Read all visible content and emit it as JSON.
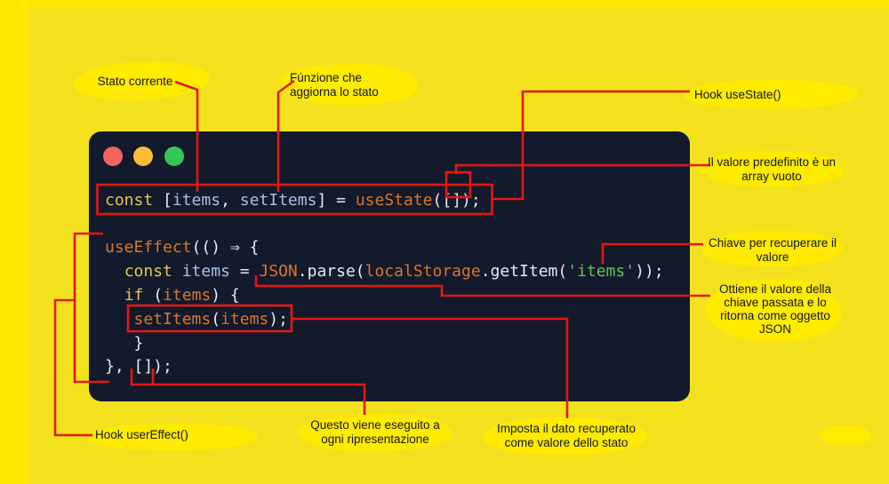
{
  "colors": {
    "outer_background": "#ffe800",
    "inner_background": "#f4e11e",
    "highlight_blob": "#ffeb00",
    "annotation_red": "#e61712",
    "editor_background": "#121a2c",
    "label_text": "#15151d",
    "token_colors": {
      "kw": "#e6c54a",
      "var": "#a8c0e6",
      "fn": "#de7426",
      "pun": "#e8eaf2",
      "str": "#5ec457"
    }
  },
  "editor": {
    "traffic_lights": [
      {
        "name": "red-dot",
        "color": "#f4645c"
      },
      {
        "name": "yellow-dot",
        "color": "#f7bd36"
      },
      {
        "name": "green-dot",
        "color": "#33c758"
      }
    ],
    "code_lines": [
      {
        "tokens": [
          [
            "kw",
            "const"
          ],
          [
            "pun",
            " ["
          ],
          [
            "var",
            "items"
          ],
          [
            "pun",
            ", "
          ],
          [
            "var",
            "setItems"
          ],
          [
            "pun",
            "] = "
          ],
          [
            "fn",
            "useState"
          ],
          [
            "pun",
            "([]);"
          ]
        ]
      },
      {
        "tokens": [
          [
            "fn",
            "useEffect"
          ],
          [
            "pun",
            "(() ⇒ {"
          ]
        ]
      },
      {
        "tokens": [
          [
            "pun",
            "  "
          ],
          [
            "kw",
            "const"
          ],
          [
            "pun",
            " "
          ],
          [
            "var",
            "items"
          ],
          [
            "pun",
            " = "
          ],
          [
            "fn",
            "JSON"
          ],
          [
            "pun",
            ".parse("
          ],
          [
            "fn",
            "localStorage"
          ],
          [
            "pun",
            ".getItem("
          ],
          [
            "str",
            "'items'"
          ],
          [
            "pun",
            "));"
          ]
        ]
      },
      {
        "tokens": [
          [
            "pun",
            "  "
          ],
          [
            "kw",
            "if"
          ],
          [
            "pun",
            " ("
          ],
          [
            "fn",
            "items"
          ],
          [
            "pun",
            ") {"
          ]
        ]
      },
      {
        "tokens": [
          [
            "pun",
            "   "
          ],
          [
            "fn",
            "setItems"
          ],
          [
            "pun",
            "("
          ],
          [
            "fn",
            "items"
          ],
          [
            "pun",
            ");"
          ]
        ]
      },
      {
        "tokens": [
          [
            "pun",
            "   }"
          ]
        ]
      },
      {
        "tokens": [
          [
            "pun",
            "}, []);"
          ]
        ]
      }
    ]
  },
  "annotations": {
    "stato_corrente": "Stato corrente",
    "funzione": "Fúnzione che aggiorna lo stato",
    "hook_usestate": "Hook useState()",
    "valore_predefinito": "Il valore predefinito è un array vuoto",
    "chiave": "Chiave per recuperare il valore",
    "ottiene": "Ottiene il valore della chiave passata e lo ritorna come oggetto JSON",
    "imposta": "Imposta il dato recuperato come valore dello stato",
    "questo": "Questo viene eseguito a ogni ripresentazione",
    "hook_usereffect": "Hook userEffect()"
  }
}
